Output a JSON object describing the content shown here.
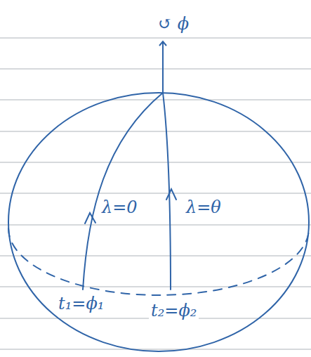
{
  "diagram": {
    "labels": [
      "↺ ϕ",
      "λ=0",
      "λ=θ",
      "t₁=ϕ₁",
      "t₂=ϕ₂"
    ]
  }
}
